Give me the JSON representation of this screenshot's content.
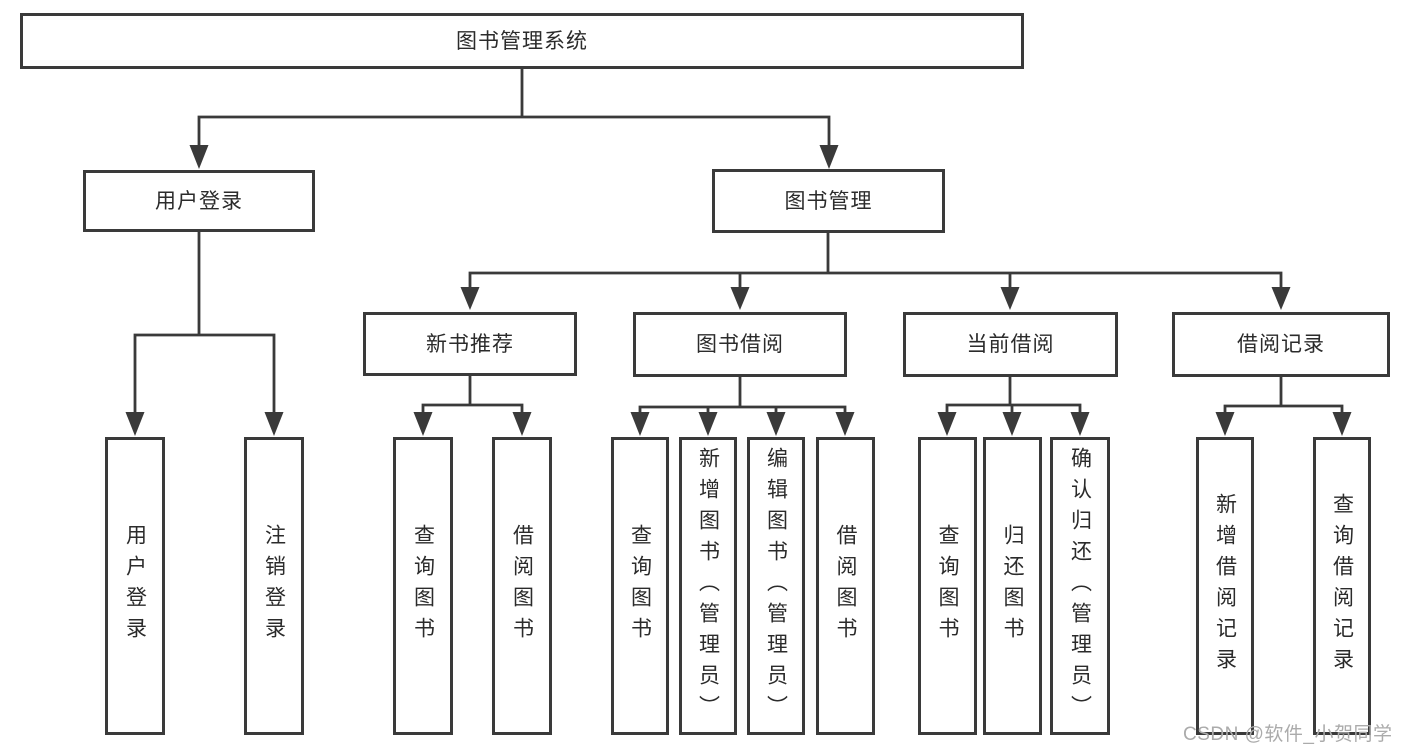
{
  "diagram": {
    "root": {
      "label": "图书管理系统"
    },
    "login": {
      "label": "用户登录",
      "children": [
        {
          "label": "用户登录"
        },
        {
          "label": "注销登录"
        }
      ]
    },
    "management": {
      "label": "图书管理",
      "groups": [
        {
          "label": "新书推荐",
          "children": [
            {
              "label": "查询图书"
            },
            {
              "label": "借阅图书"
            }
          ]
        },
        {
          "label": "图书借阅",
          "children": [
            {
              "label": "查询图书"
            },
            {
              "label": "新增图书（管理员）"
            },
            {
              "label": "编辑图书（管理员）"
            },
            {
              "label": "借阅图书"
            }
          ]
        },
        {
          "label": "当前借阅",
          "children": [
            {
              "label": "查询图书"
            },
            {
              "label": "归还图书"
            },
            {
              "label": "确认归还（管理员）"
            }
          ]
        },
        {
          "label": "借阅记录",
          "children": [
            {
              "label": "新增借阅记录"
            },
            {
              "label": "查询借阅记录"
            }
          ]
        }
      ]
    }
  },
  "watermark": {
    "text": "CSDN @软件_小贺同学"
  },
  "colors": {
    "line": "#3a3a3a",
    "box_border": "#3a3a3a",
    "box_fill": "#ffffff",
    "text": "#2b2b2b",
    "watermark": "#ababab",
    "background": "#ffffff"
  }
}
